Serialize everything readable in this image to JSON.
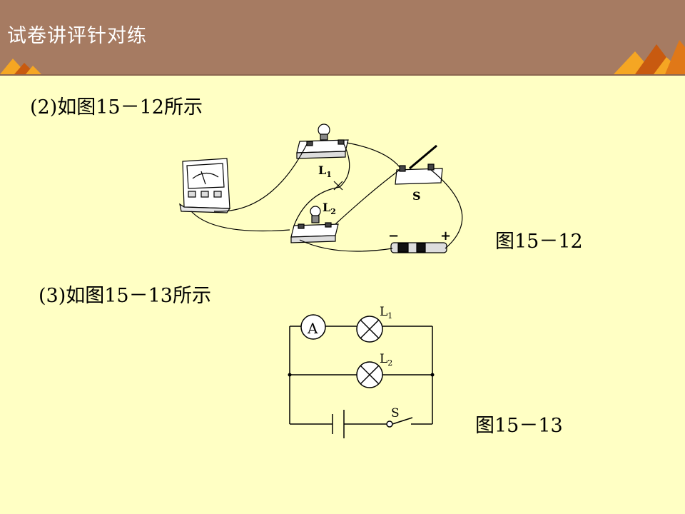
{
  "slide": {
    "title": "试卷讲评针对练",
    "accent_colors": {
      "header": "#a67b62",
      "triangle_light": "#f5a623",
      "triangle_dark": "#c85a10",
      "background": "#ffffc4"
    }
  },
  "section2": {
    "caption": "(2)如图15－12所示",
    "figure_label": "图15－12"
  },
  "section3": {
    "caption": "(3)如图15－13所示",
    "figure_label": "图15－13"
  },
  "diagram1": {
    "lamp1": "L",
    "lamp1_sub": "1",
    "lamp2": "L",
    "lamp2_sub": "2",
    "switch": "S",
    "battery_minus": "−",
    "battery_plus": "+"
  },
  "diagram2": {
    "ammeter": "A",
    "lamp1": "L",
    "lamp1_sub": "1",
    "lamp2": "L",
    "lamp2_sub": "2",
    "switch": "S"
  }
}
